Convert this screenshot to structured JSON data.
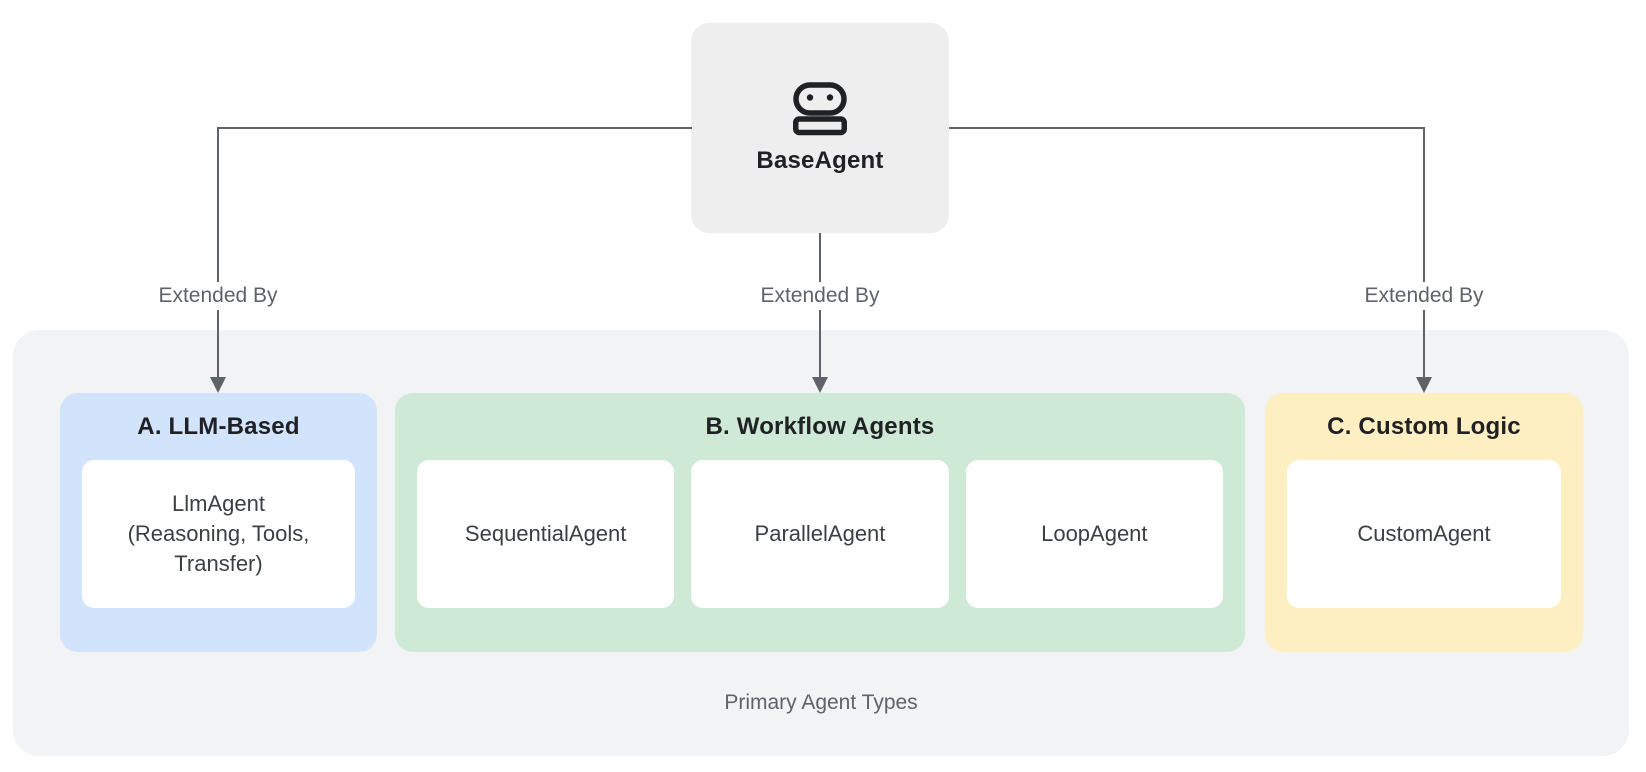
{
  "diagram": {
    "root_node": {
      "label": "BaseAgent",
      "icon": "robot-icon"
    },
    "edge_labels": [
      "Extended By",
      "Extended By",
      "Extended By"
    ],
    "caption": "Primary Agent Types",
    "groups": [
      {
        "title": "A. LLM-Based",
        "bg": "#d2e3fc",
        "cards": [
          "LlmAgent\n(Reasoning, Tools,\nTransfer)"
        ]
      },
      {
        "title": "B. Workflow Agents",
        "bg": "#ceead6",
        "cards": [
          "SequentialAgent",
          "ParallelAgent",
          "LoopAgent"
        ]
      },
      {
        "title": "C. Custom Logic",
        "bg": "#feefc3",
        "cards": [
          "CustomAgent"
        ]
      }
    ],
    "colors": {
      "canvas_bg": "#ffffff",
      "root_box_bg": "#eeeeee",
      "panel_bg": "#f1f3f4",
      "line": "#5f6368",
      "icon_stroke": "#202124",
      "title_text": "#202124",
      "card_text": "#3c4043",
      "muted_text": "#5f6368",
      "card_bg": "#ffffff"
    }
  }
}
